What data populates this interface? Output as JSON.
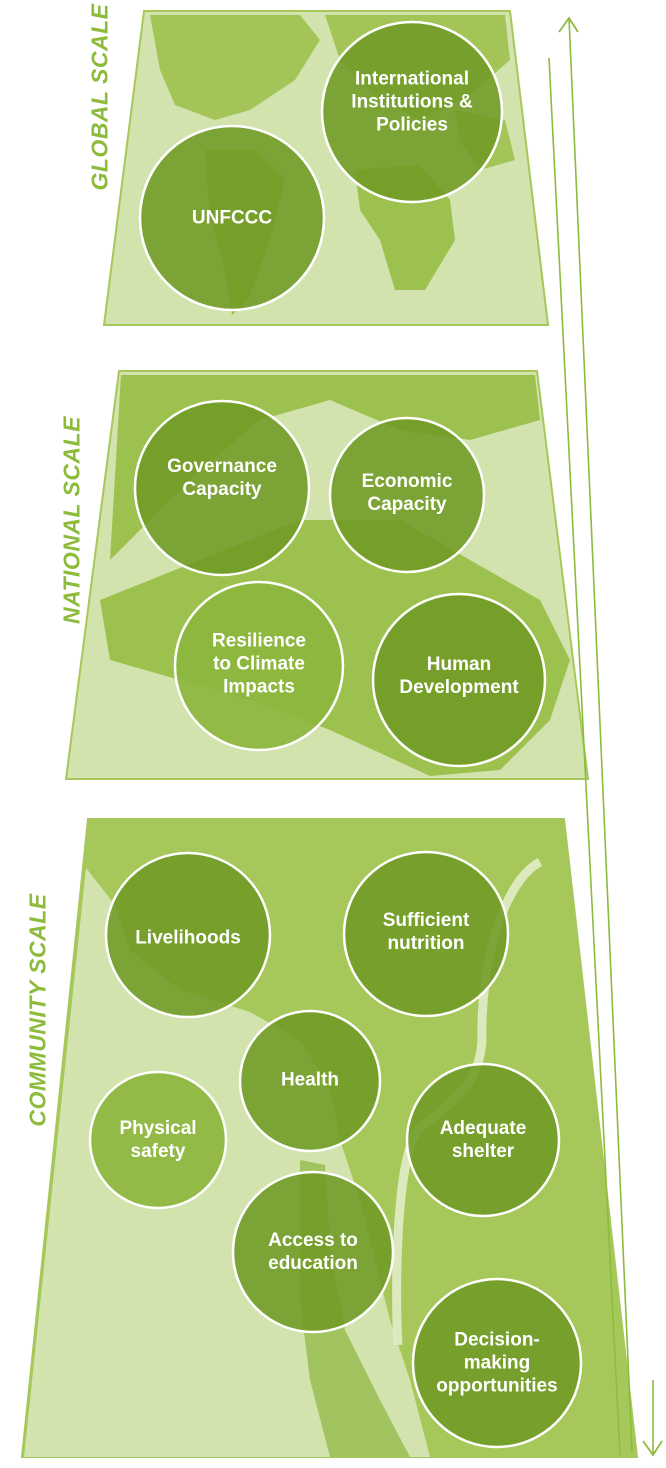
{
  "scales": {
    "global": {
      "label": "GLOBAL SCALE",
      "circles": [
        "UNFCCC",
        "International Institutions & Policies"
      ]
    },
    "national": {
      "label": "NATIONAL SCALE",
      "circles": [
        "Governance Capacity",
        "Economic Capacity",
        "Resilience to Climate Impacts",
        "Human Development"
      ]
    },
    "community": {
      "label": "COMMUNITY SCALE",
      "circles": [
        "Livelihoods",
        "Sufficient nutrition",
        "Health",
        "Physical safety",
        "Adequate shelter",
        "Access to education",
        "Decision-making opportunities"
      ]
    }
  },
  "colors": {
    "panel_light": "#d3e3ae",
    "panel_mid": "#a6c85a",
    "land": "#9dc14f",
    "circle_dark": "#6f9a24",
    "circle_light": "#8db63e",
    "label": "#8dbb3c",
    "arrow": "#8dbb3c"
  },
  "icons": [
    "up-arrow-icon",
    "down-arrow-icon"
  ]
}
